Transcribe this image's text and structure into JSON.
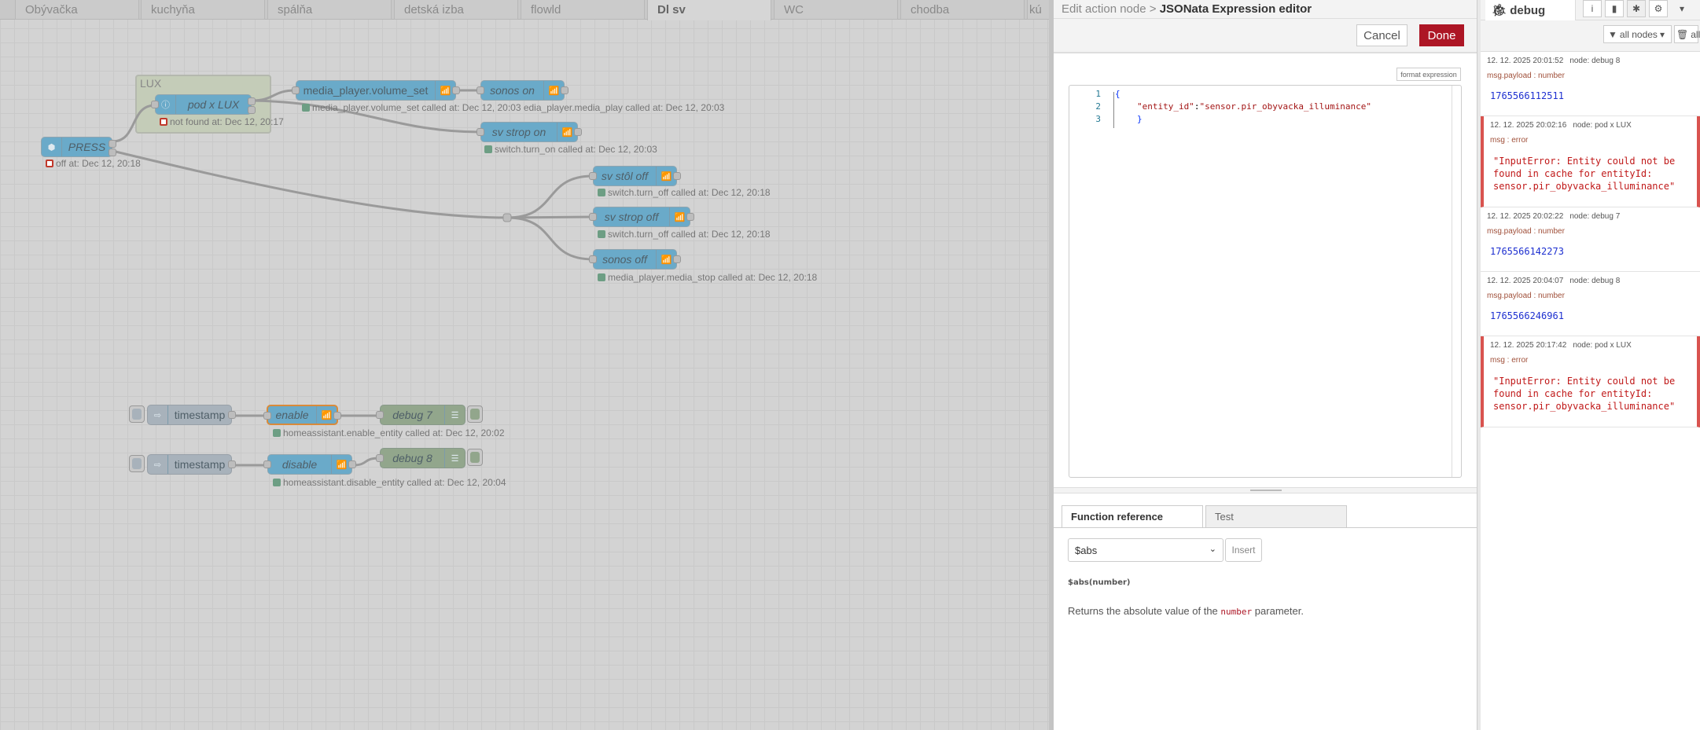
{
  "tabs": [
    "Obývačka",
    "kuchyňa",
    "spálňa",
    "detská izba",
    "flowld",
    "Dl sv",
    "WC",
    "chodba",
    "kú"
  ],
  "active_tab": "Dl sv",
  "flow": {
    "group_label": "LUX",
    "nodes": {
      "press": {
        "label": "PRESS",
        "status": "off at: Dec 12, 20:18"
      },
      "pod_lux": {
        "label": "pod x LUX",
        "status": "not found at: Dec 12, 20:17"
      },
      "volume_set": {
        "label": "media_player.volume_set",
        "status": "media_player.volume_set called at: Dec 12, 20:03 edia_player.media_play called at: Dec 12, 20:03"
      },
      "sonos_on": {
        "label": "sonos on"
      },
      "sv_strop_on": {
        "label": "sv strop on",
        "status": "switch.turn_on called at: Dec 12, 20:03"
      },
      "sv_stol_off": {
        "label": "sv stôl off",
        "status": "switch.turn_off called at: Dec 12, 20:18"
      },
      "sv_strop_off": {
        "label": "sv strop off",
        "status": "switch.turn_off called at: Dec 12, 20:18"
      },
      "sonos_off": {
        "label": "sonos off",
        "status": "media_player.media_stop called at: Dec 12, 20:18"
      },
      "ts1": {
        "label": "timestamp"
      },
      "enable": {
        "label": "enable",
        "status": "homeassistant.enable_entity called at: Dec 12, 20:02"
      },
      "debug7": {
        "label": "debug 7"
      },
      "ts2": {
        "label": "timestamp"
      },
      "disable": {
        "label": "disable",
        "status": "homeassistant.disable_entity called at: Dec 12, 20:04"
      },
      "debug8": {
        "label": "debug 8"
      }
    }
  },
  "editor": {
    "breadcrumb": "Edit action node >",
    "title": "JSONata Expression editor",
    "cancel": "Cancel",
    "done": "Done",
    "format": "format expression",
    "lines": [
      {
        "n": "1",
        "text": "{"
      },
      {
        "n": "2",
        "key": "\"entity_id\"",
        "sep": ":",
        "value": "\"sensor.pir_obyvacka_illuminance\""
      },
      {
        "n": "3",
        "text": "}"
      }
    ],
    "tabs": {
      "function_reference": "Function reference",
      "test": "Test"
    },
    "function_select": "$abs",
    "insert": "Insert",
    "signature": "$abs(number)",
    "desc_pre": "Returns the absolute value of the",
    "desc_code": "number",
    "desc_post": "parameter."
  },
  "debug": {
    "tab": "debug",
    "filter": "all nodes",
    "clear": "all",
    "messages": [
      {
        "time": "12. 12. 2025 20:01:52",
        "node": "node: debug 8",
        "type": "msg.payload : number",
        "value": "1765566112511",
        "error": false
      },
      {
        "time": "12. 12. 2025 20:02:16",
        "node": "node: pod x LUX",
        "type": "msg : error",
        "value": "\"InputError: Entity could not be found in cache for entityId: sensor.pir_obyvacka_illuminance\"",
        "error": true
      },
      {
        "time": "12. 12. 2025 20:02:22",
        "node": "node: debug 7",
        "type": "msg.payload : number",
        "value": "1765566142273",
        "error": false
      },
      {
        "time": "12. 12. 2025 20:04:07",
        "node": "node: debug 8",
        "type": "msg.payload : number",
        "value": "1765566246961",
        "error": false
      },
      {
        "time": "12. 12. 2025 20:17:42",
        "node": "node: pod x LUX",
        "type": "msg : error",
        "value": "\"InputError: Entity could not be found in cache for entityId: sensor.pir_obyvacka_illuminance\"",
        "error": true
      }
    ]
  }
}
